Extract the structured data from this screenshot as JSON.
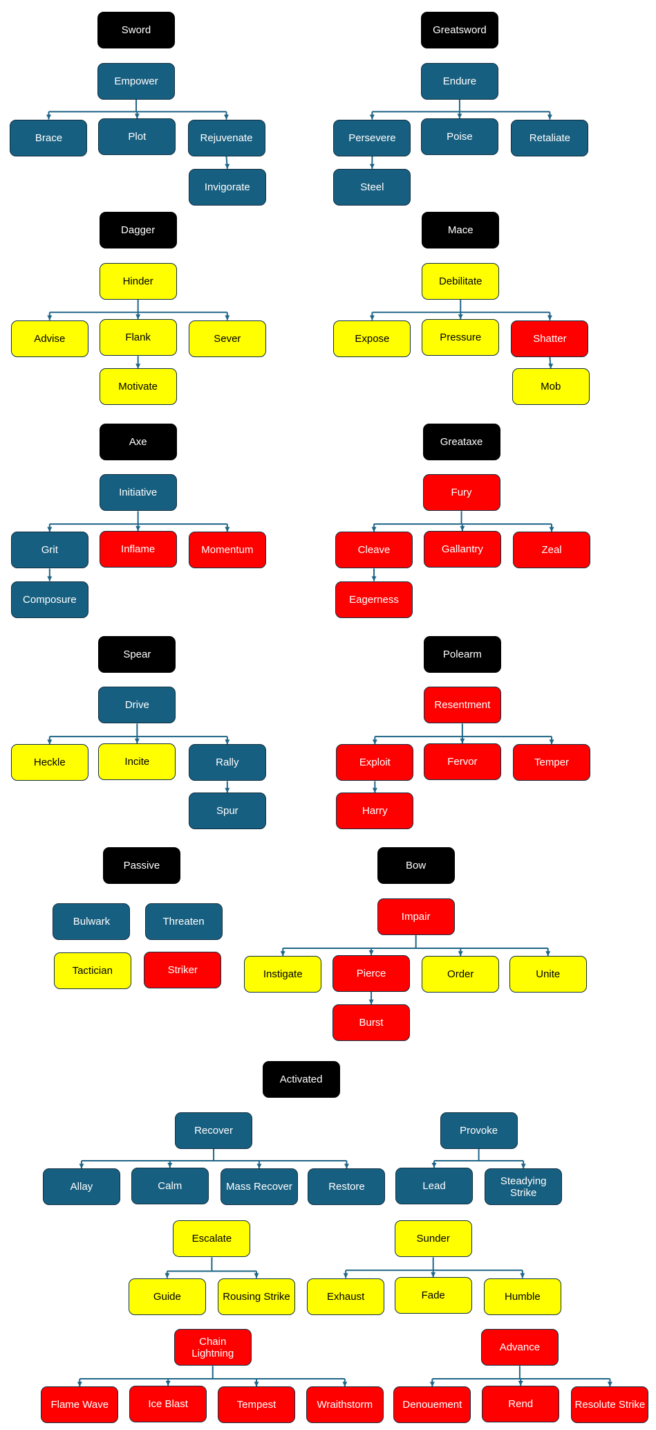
{
  "colors": {
    "header": "#000000",
    "blue": "#175f80",
    "yellow": "#ffff00",
    "red": "#ff0000",
    "connector": "#1f6587"
  },
  "text_colors": {
    "header": "#ffffff",
    "blue": "#ffffff",
    "yellow": "#000000",
    "red": "#ffffff"
  },
  "nodes": {
    "sword": {
      "label": "Sword",
      "kind": "header"
    },
    "empower": {
      "label": "Empower",
      "kind": "blue"
    },
    "brace": {
      "label": "Brace",
      "kind": "blue"
    },
    "plot": {
      "label": "Plot",
      "kind": "blue"
    },
    "rejuvenate": {
      "label": "Rejuvenate",
      "kind": "blue"
    },
    "invigorate": {
      "label": "Invigorate",
      "kind": "blue"
    },
    "greatsword": {
      "label": "Greatsword",
      "kind": "header"
    },
    "endure": {
      "label": "Endure",
      "kind": "blue"
    },
    "persevere": {
      "label": "Persevere",
      "kind": "blue"
    },
    "poise": {
      "label": "Poise",
      "kind": "blue"
    },
    "retaliate": {
      "label": "Retaliate",
      "kind": "blue"
    },
    "steel": {
      "label": "Steel",
      "kind": "blue"
    },
    "dagger": {
      "label": "Dagger",
      "kind": "header"
    },
    "hinder": {
      "label": "Hinder",
      "kind": "yellow"
    },
    "advise": {
      "label": "Advise",
      "kind": "yellow"
    },
    "flank": {
      "label": "Flank",
      "kind": "yellow"
    },
    "sever": {
      "label": "Sever",
      "kind": "yellow"
    },
    "motivate": {
      "label": "Motivate",
      "kind": "yellow"
    },
    "mace": {
      "label": "Mace",
      "kind": "header"
    },
    "debilitate": {
      "label": "Debilitate",
      "kind": "yellow"
    },
    "expose": {
      "label": "Expose",
      "kind": "yellow"
    },
    "pressure": {
      "label": "Pressure",
      "kind": "yellow"
    },
    "shatter": {
      "label": "Shatter",
      "kind": "red"
    },
    "mob": {
      "label": "Mob",
      "kind": "yellow"
    },
    "axe": {
      "label": "Axe",
      "kind": "header"
    },
    "initiative": {
      "label": "Initiative",
      "kind": "blue"
    },
    "grit": {
      "label": "Grit",
      "kind": "blue"
    },
    "inflame": {
      "label": "Inflame",
      "kind": "red"
    },
    "momentum": {
      "label": "Momentum",
      "kind": "red"
    },
    "composure": {
      "label": "Composure",
      "kind": "blue"
    },
    "greataxe": {
      "label": "Greataxe",
      "kind": "header"
    },
    "fury": {
      "label": "Fury",
      "kind": "red"
    },
    "cleave": {
      "label": "Cleave",
      "kind": "red"
    },
    "gallantry": {
      "label": "Gallantry",
      "kind": "red"
    },
    "zeal": {
      "label": "Zeal",
      "kind": "red"
    },
    "eagerness": {
      "label": "Eagerness",
      "kind": "red"
    },
    "spear": {
      "label": "Spear",
      "kind": "header"
    },
    "drive": {
      "label": "Drive",
      "kind": "blue"
    },
    "heckle": {
      "label": "Heckle",
      "kind": "yellow"
    },
    "incite": {
      "label": "Incite",
      "kind": "yellow"
    },
    "rally": {
      "label": "Rally",
      "kind": "blue"
    },
    "spur": {
      "label": "Spur",
      "kind": "blue"
    },
    "polearm": {
      "label": "Polearm",
      "kind": "header"
    },
    "resentment": {
      "label": "Resentment",
      "kind": "red"
    },
    "exploit": {
      "label": "Exploit",
      "kind": "red"
    },
    "fervor": {
      "label": "Fervor",
      "kind": "red"
    },
    "temper": {
      "label": "Temper",
      "kind": "red"
    },
    "harry": {
      "label": "Harry",
      "kind": "red"
    },
    "passive": {
      "label": "Passive",
      "kind": "header"
    },
    "bulwark": {
      "label": "Bulwark",
      "kind": "blue"
    },
    "threaten": {
      "label": "Threaten",
      "kind": "blue"
    },
    "tactician": {
      "label": "Tactician",
      "kind": "yellow"
    },
    "striker": {
      "label": "Striker",
      "kind": "red"
    },
    "bow": {
      "label": "Bow",
      "kind": "header"
    },
    "impair": {
      "label": "Impair",
      "kind": "red"
    },
    "instigate": {
      "label": "Instigate",
      "kind": "yellow"
    },
    "pierce": {
      "label": "Pierce",
      "kind": "red"
    },
    "order": {
      "label": "Order",
      "kind": "yellow"
    },
    "unite": {
      "label": "Unite",
      "kind": "yellow"
    },
    "burst": {
      "label": "Burst",
      "kind": "red"
    },
    "activated": {
      "label": "Activated",
      "kind": "header"
    },
    "recover": {
      "label": "Recover",
      "kind": "blue"
    },
    "provoke": {
      "label": "Provoke",
      "kind": "blue"
    },
    "allay": {
      "label": "Allay",
      "kind": "blue"
    },
    "calm": {
      "label": "Calm",
      "kind": "blue"
    },
    "massrecover": {
      "label": "Mass Recover",
      "kind": "blue"
    },
    "restore": {
      "label": "Restore",
      "kind": "blue"
    },
    "lead": {
      "label": "Lead",
      "kind": "blue"
    },
    "steadying": {
      "label": "Steadying Strike",
      "kind": "blue"
    },
    "escalate": {
      "label": "Escalate",
      "kind": "yellow"
    },
    "sunder": {
      "label": "Sunder",
      "kind": "yellow"
    },
    "guide": {
      "label": "Guide",
      "kind": "yellow"
    },
    "rousing": {
      "label": "Rousing Strike",
      "kind": "yellow"
    },
    "exhaust": {
      "label": "Exhaust",
      "kind": "yellow"
    },
    "fade": {
      "label": "Fade",
      "kind": "yellow"
    },
    "humble": {
      "label": "Humble",
      "kind": "yellow"
    },
    "chain": {
      "label": "Chain Lightning",
      "kind": "red"
    },
    "advance": {
      "label": "Advance",
      "kind": "red"
    },
    "flamewave": {
      "label": "Flame Wave",
      "kind": "red"
    },
    "iceblast": {
      "label": "Ice Blast",
      "kind": "red"
    },
    "tempest": {
      "label": "Tempest",
      "kind": "red"
    },
    "wraithstorm": {
      "label": "Wraithstorm",
      "kind": "red"
    },
    "denouement": {
      "label": "Denouement",
      "kind": "red"
    },
    "rend": {
      "label": "Rend",
      "kind": "red"
    },
    "resolute": {
      "label": "Resolute Strike",
      "kind": "red"
    }
  },
  "edges": [
    [
      "empower",
      [
        "brace",
        "plot",
        "rejuvenate"
      ]
    ],
    [
      "rejuvenate",
      [
        "invigorate"
      ]
    ],
    [
      "endure",
      [
        "persevere",
        "poise",
        "retaliate"
      ]
    ],
    [
      "persevere",
      [
        "steel"
      ]
    ],
    [
      "hinder",
      [
        "advise",
        "flank",
        "sever"
      ]
    ],
    [
      "flank",
      [
        "motivate"
      ]
    ],
    [
      "debilitate",
      [
        "expose",
        "pressure",
        "shatter"
      ]
    ],
    [
      "shatter",
      [
        "mob"
      ]
    ],
    [
      "initiative",
      [
        "grit",
        "inflame",
        "momentum"
      ]
    ],
    [
      "grit",
      [
        "composure"
      ]
    ],
    [
      "fury",
      [
        "cleave",
        "gallantry",
        "zeal"
      ]
    ],
    [
      "cleave",
      [
        "eagerness"
      ]
    ],
    [
      "drive",
      [
        "heckle",
        "incite",
        "rally"
      ]
    ],
    [
      "rally",
      [
        "spur"
      ]
    ],
    [
      "resentment",
      [
        "exploit",
        "fervor",
        "temper"
      ]
    ],
    [
      "exploit",
      [
        "harry"
      ]
    ],
    [
      "impair",
      [
        "instigate",
        "pierce",
        "order",
        "unite"
      ]
    ],
    [
      "pierce",
      [
        "burst"
      ]
    ],
    [
      "recover",
      [
        "allay",
        "calm",
        "massrecover",
        "restore"
      ]
    ],
    [
      "provoke",
      [
        "lead",
        "steadying"
      ]
    ],
    [
      "escalate",
      [
        "guide",
        "rousing"
      ]
    ],
    [
      "sunder",
      [
        "exhaust",
        "fade",
        "humble"
      ]
    ],
    [
      "chain",
      [
        "flamewave",
        "iceblast",
        "tempest",
        "wraithstorm"
      ]
    ],
    [
      "advance",
      [
        "denouement",
        "rend",
        "resolute"
      ]
    ]
  ]
}
